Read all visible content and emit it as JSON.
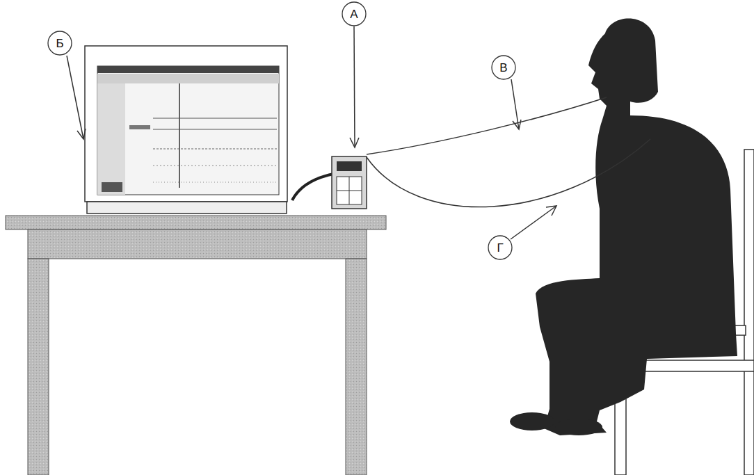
{
  "diagram": {
    "nodes": [
      {
        "text": [
          "А"
        ]
      },
      {
        "text": [
          "Б"
        ]
      },
      {
        "text": [
          "В"
        ]
      },
      {
        "text": [
          "Г"
        ]
      }
    ]
  }
}
